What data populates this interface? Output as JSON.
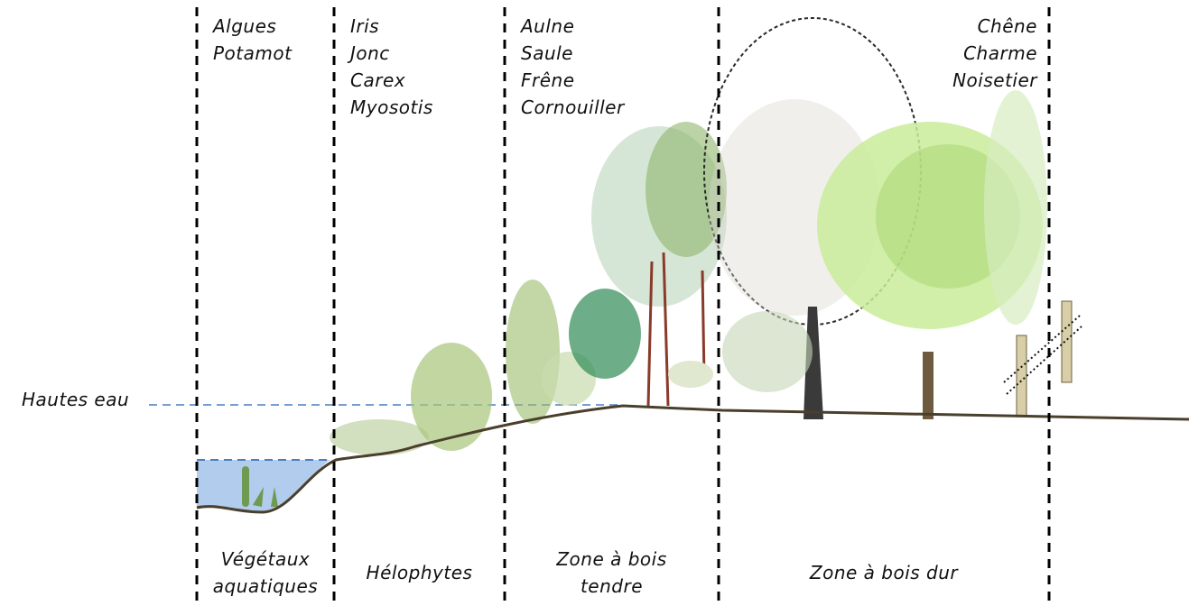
{
  "species": [
    {
      "zone": "aquatic",
      "items": [
        "Algues",
        "Potamot"
      ]
    },
    {
      "zone": "helophytes",
      "items": [
        "Iris",
        "Jonc",
        "Carex",
        "Myosotis"
      ]
    },
    {
      "zone": "soft-wood",
      "items": [
        "Aulne",
        "Saule",
        "Frêne",
        "Cornouiller"
      ]
    },
    {
      "zone": "hard-wood",
      "items": [
        "Chêne",
        "Charme",
        "Noisetier"
      ]
    }
  ],
  "zones": [
    "Végétaux aquatiques",
    "Hélophytes",
    "Zone à bois tendre",
    "Zone à bois dur"
  ],
  "zone_lines": {
    "aquatic_1": "Végétaux",
    "aquatic_2": "aquatiques",
    "soft_1": "Zone à bois",
    "soft_2": "tendre"
  },
  "high_water_label": "Hautes eau",
  "colors": {
    "water": "#7aa6e0",
    "water_line": "#4a7fc1",
    "ground": "#4a3f2c",
    "foliage_light": "#c9ec9a",
    "foliage_mid": "#8fb25a",
    "foliage_dark": "#2f7a4a"
  }
}
